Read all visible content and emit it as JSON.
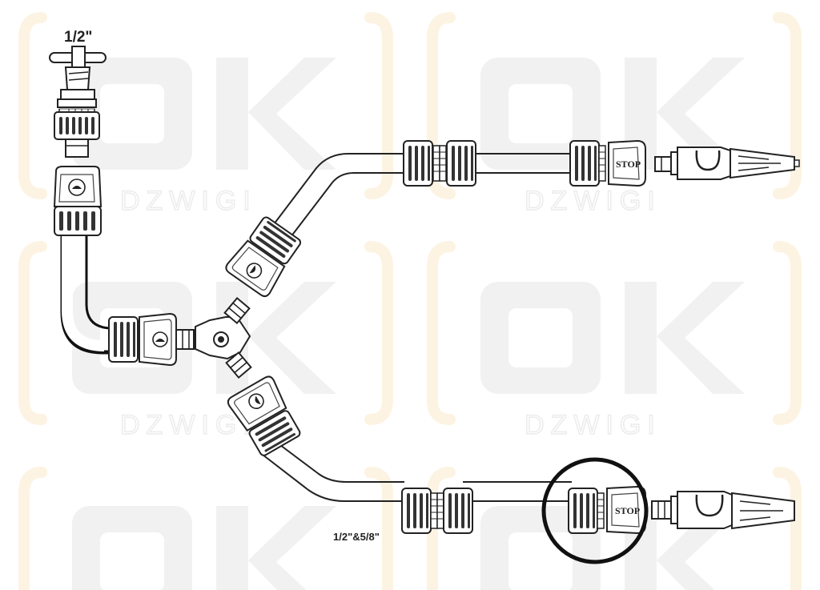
{
  "labels": {
    "tap_size": "1/2\"",
    "hose_size": "1/2\"&5/8\"",
    "stop_upper": "STOP",
    "stop_lower": "STOP"
  },
  "watermark": {
    "brand": "OK",
    "sub": "DZWIGI",
    "bracket_color": "#fdf3e2",
    "letter_color": "#f1f1f1"
  },
  "highlight": {
    "ring_color": "#111111"
  }
}
